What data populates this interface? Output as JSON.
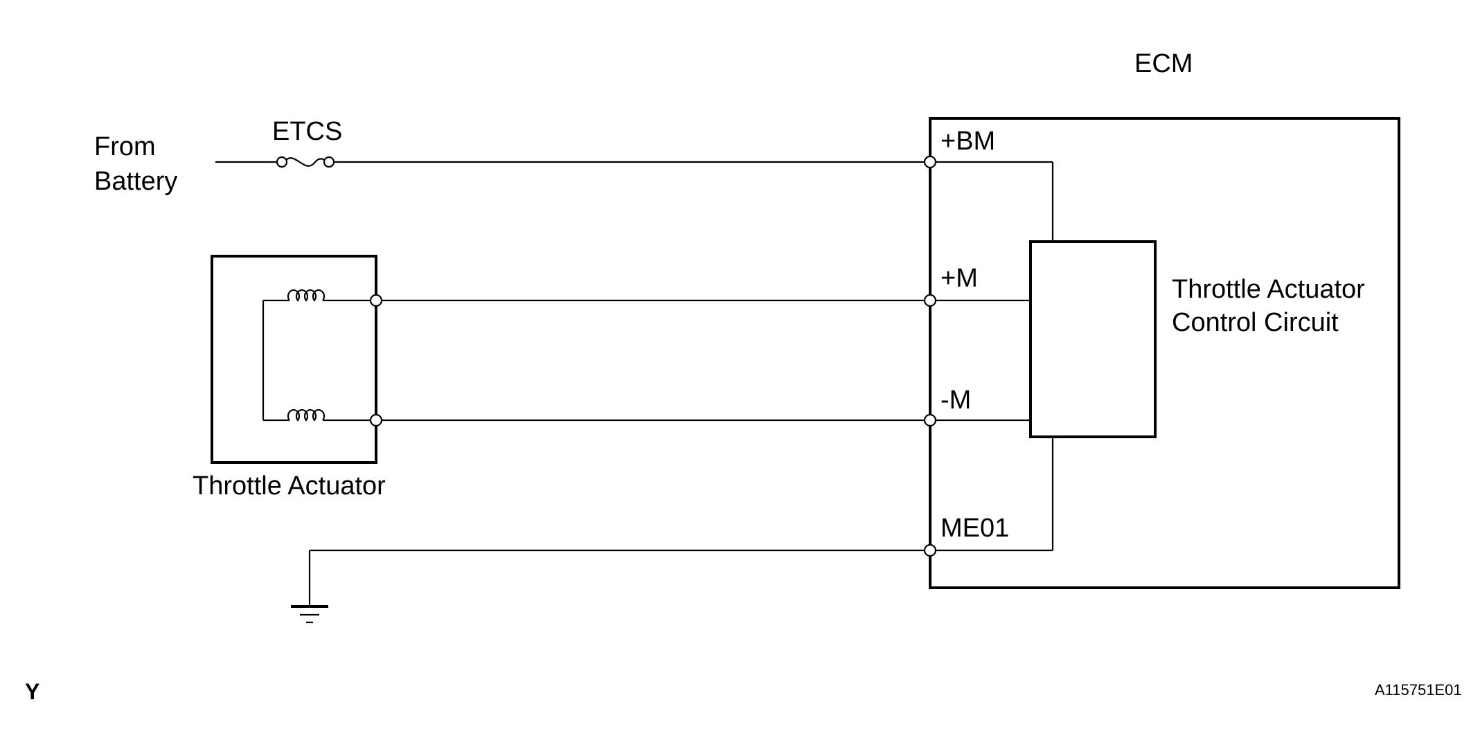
{
  "diagram": {
    "source_label_line1": "From",
    "source_label_line2": "Battery",
    "fuse_label": "ETCS",
    "ecm_label": "ECM",
    "terminals": {
      "bm": "+BM",
      "m_plus": "+M",
      "m_minus": "-M",
      "me01": "ME01"
    },
    "control_circuit_line1": "Throttle Actuator",
    "control_circuit_line2": "Control Circuit",
    "actuator_label": "Throttle Actuator",
    "corner_letter": "Y",
    "figure_code": "A115751E01"
  }
}
